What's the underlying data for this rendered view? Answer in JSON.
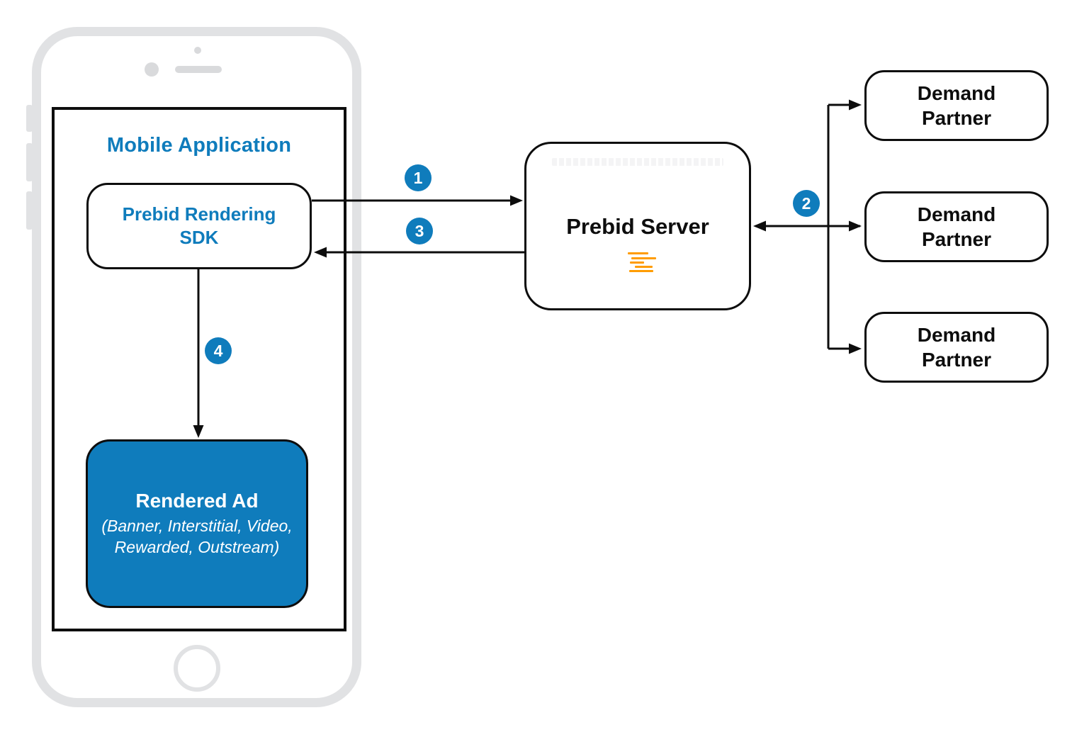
{
  "colors": {
    "accent_blue": "#0f7cbc",
    "prebid_orange": "#ff9c00",
    "line_black": "#0d0d0d",
    "phone_gray": "#e1e2e4"
  },
  "mobile_app": {
    "title": "Mobile Application"
  },
  "sdk": {
    "label": "Prebid Rendering\nSDK"
  },
  "rendered_ad": {
    "title": "Rendered Ad",
    "subtitle": "(Banner, Interstitial, Video,\nRewarded, Outstream)"
  },
  "server": {
    "label": "Prebid Server",
    "logo_icon": "prebid-stack-logo"
  },
  "demand_partners": [
    {
      "label": "Demand\nPartner"
    },
    {
      "label": "Demand\nPartner"
    },
    {
      "label": "Demand\nPartner"
    }
  ],
  "steps": [
    {
      "number": "1"
    },
    {
      "number": "2"
    },
    {
      "number": "3"
    },
    {
      "number": "4"
    }
  ]
}
